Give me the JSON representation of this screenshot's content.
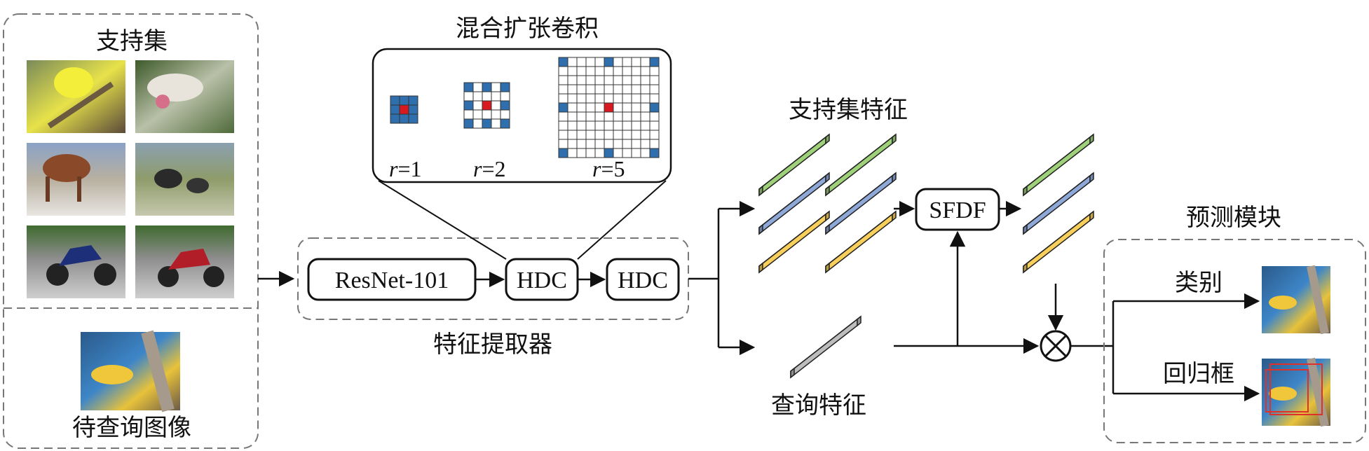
{
  "labels": {
    "support_set": "支持集",
    "query_image": "待查询图像",
    "hdc_title": "混合扩张卷积",
    "feature_extractor": "特征提取器",
    "support_features": "支持集特征",
    "query_features": "查询特征",
    "prediction_module": "预测模块",
    "category": "类别",
    "bbox_regression": "回归框"
  },
  "modules": {
    "resnet": "ResNet-101",
    "hdc1": "HDC",
    "hdc2": "HDC",
    "sfdf": "SFDF"
  },
  "dilation": {
    "r1": "=1",
    "r2": "=2",
    "r5": "=5",
    "r_symbol": "r"
  },
  "colors": {
    "kernel_blue": "#2f6fae",
    "center_red": "#d8191f",
    "feature_green": "#9fd07a",
    "feature_blue": "#8ea9d8",
    "feature_yellow": "#f7cf5a",
    "feature_gray": "#bdbdbd"
  }
}
